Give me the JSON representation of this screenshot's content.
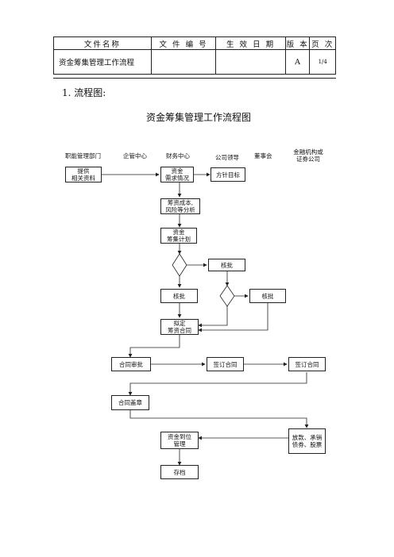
{
  "header": {
    "col_name": "文件名称",
    "col_code": "文 件 编 号",
    "col_date": "生 效 日 期",
    "col_version": "版 本",
    "col_page": "页 次",
    "doc_name": "资金筹集管理工作流程",
    "doc_code": "",
    "doc_date": "",
    "version": "A",
    "page": "1/4"
  },
  "section_heading": "1.  流程图:",
  "flowchart": {
    "title": "资金筹集管理工作流程图",
    "lanes": [
      "职能管理部门",
      "企管中心",
      "财务中心",
      "公司领导",
      "董事会",
      "金融机构或",
      "证券公司"
    ],
    "nodes": {
      "provide_1": "提供",
      "provide_2": "相关资料",
      "need_1": "资金",
      "need_2": "需求情况",
      "policy": "方针目标",
      "cost_1": "筹资成本,",
      "cost_2": "风险等分析",
      "plan_1": "资金",
      "plan_2": "筹集计划",
      "approve_leader": "核批",
      "approve_cfo": "核批",
      "approve_board": "核批",
      "draft_1": "拟定",
      "draft_2": "筹资合同",
      "contract_review": "合同审批",
      "sign_leader": "签订合同",
      "sign_fin": "签订合同",
      "seal": "合同盖章",
      "loan_1": "放款、承销",
      "loan_2": "债券、股票",
      "arrive_1": "资金到位",
      "arrive_2": "管理",
      "archive": "存档"
    }
  }
}
